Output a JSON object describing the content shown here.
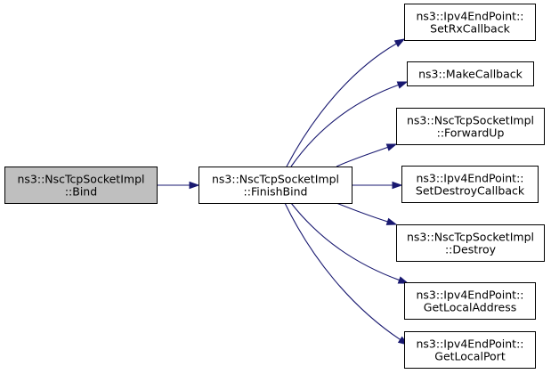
{
  "graph": {
    "nodes": [
      {
        "id": "bind",
        "lines": [
          "ns3::NscTcpSocketImpl",
          "::Bind"
        ],
        "highlighted": true
      },
      {
        "id": "finishbind",
        "lines": [
          "ns3::NscTcpSocketImpl",
          "::FinishBind"
        ],
        "highlighted": false
      },
      {
        "id": "setrx",
        "lines": [
          "ns3::Ipv4EndPoint::",
          "SetRxCallback"
        ],
        "highlighted": false
      },
      {
        "id": "makecb",
        "lines": [
          "ns3::MakeCallback"
        ],
        "highlighted": false
      },
      {
        "id": "forwardup",
        "lines": [
          "ns3::NscTcpSocketImpl",
          "::ForwardUp"
        ],
        "highlighted": false
      },
      {
        "id": "setdestroy",
        "lines": [
          "ns3::Ipv4EndPoint::",
          "SetDestroyCallback"
        ],
        "highlighted": false
      },
      {
        "id": "destroy",
        "lines": [
          "ns3::NscTcpSocketImpl",
          "::Destroy"
        ],
        "highlighted": false
      },
      {
        "id": "getaddr",
        "lines": [
          "ns3::Ipv4EndPoint::",
          "GetLocalAddress"
        ],
        "highlighted": false
      },
      {
        "id": "getport",
        "lines": [
          "ns3::Ipv4EndPoint::",
          "GetLocalPort"
        ],
        "highlighted": false
      }
    ],
    "edges": [
      {
        "from": "bind",
        "to": "finishbind"
      },
      {
        "from": "finishbind",
        "to": "setrx"
      },
      {
        "from": "finishbind",
        "to": "makecb"
      },
      {
        "from": "finishbind",
        "to": "forwardup"
      },
      {
        "from": "finishbind",
        "to": "setdestroy"
      },
      {
        "from": "finishbind",
        "to": "destroy"
      },
      {
        "from": "finishbind",
        "to": "getaddr"
      },
      {
        "from": "finishbind",
        "to": "getport"
      }
    ],
    "colors": {
      "node_fill": "#ffffff",
      "highlight_fill": "#bfbfbf",
      "border": "#000000",
      "edge": "#191970",
      "text": "#000000"
    }
  }
}
